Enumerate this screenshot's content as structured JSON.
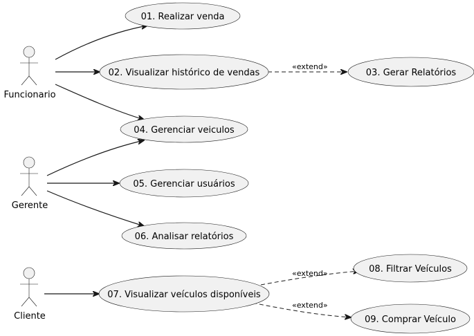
{
  "actors": {
    "funcionario": "Funcionario",
    "gerente": "Gerente",
    "cliente": "Cliente"
  },
  "use_cases": {
    "uc01": "01. Realizar venda",
    "uc02": "02. Visualizar histórico de vendas",
    "uc03": "03. Gerar Relatórios",
    "uc04": "04. Gerenciar veiculos",
    "uc05": "05. Gerenciar usuários",
    "uc06": "06. Analisar relatórios",
    "uc07": "07. Visualizar veículos disponíveis",
    "uc08": "08. Filtrar Veículos",
    "uc09": "09. Comprar Veículo"
  },
  "relations": {
    "extend_02_03": "«extend»",
    "extend_07_08": "«extend»",
    "extend_07_09": "«extend»"
  },
  "colors": {
    "fill": "#f1f1f1",
    "stroke": "#181818"
  }
}
